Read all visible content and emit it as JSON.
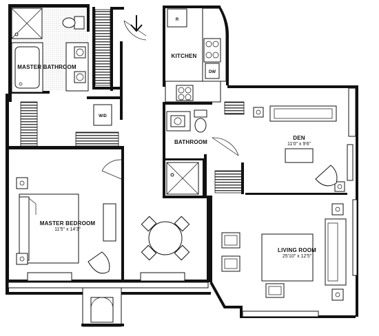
{
  "rooms": {
    "master_bathroom": {
      "label": "MASTER BATHROOM"
    },
    "kitchen": {
      "label": "KITCHEN"
    },
    "bathroom": {
      "label": "BATHROOM"
    },
    "den": {
      "label": "DEN",
      "dimensions": "11'0\" x 9'6\""
    },
    "master_bedroom": {
      "label": "MASTER BEDROOM",
      "dimensions": "11'5\" x 14'3\""
    },
    "living_room": {
      "label": "LIVING ROOM",
      "dimensions": "25'10\" x 12'5\""
    }
  },
  "fixtures": {
    "washer_dryer": "W/D",
    "dishwasher": "DW",
    "refrigerator": "R"
  },
  "icons": [
    "entry-arrow-icon",
    "door-swing-icon",
    "stair-icon",
    "window-icon"
  ]
}
